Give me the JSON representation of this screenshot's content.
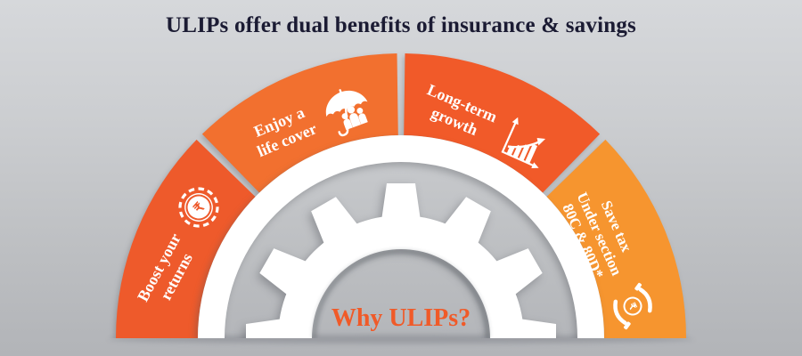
{
  "title": "ULIPs offer dual benefits of insurance & savings",
  "center": {
    "label": "Why ULIPs?"
  },
  "colors": {
    "background_top": "#d6d8db",
    "background_bottom": "#b2b4b8",
    "title_text": "#1b1b33",
    "center_text": "#f05a28",
    "segment_text": "#ffffff",
    "ring": "#ffffff",
    "gear": "#ffffff"
  },
  "segments": [
    {
      "name": "boost-returns",
      "lines": [
        "Boost your",
        "returns",
        ""
      ],
      "icon": "rupee-coin-returns-icon",
      "color": "#ee5a2b"
    },
    {
      "name": "life-cover",
      "lines": [
        "Enjoy a",
        "life cover",
        ""
      ],
      "icon": "umbrella-family-icon",
      "color": "#f2702f"
    },
    {
      "name": "long-term-growth",
      "lines": [
        "Long-term",
        "growth",
        ""
      ],
      "icon": "bar-chart-growth-icon",
      "color": "#f15a29"
    },
    {
      "name": "save-tax",
      "lines": [
        "Save tax",
        "Under section",
        "80C & 80D*"
      ],
      "icon": "hands-rupee-coin-icon",
      "color": "#f6952f"
    }
  ]
}
